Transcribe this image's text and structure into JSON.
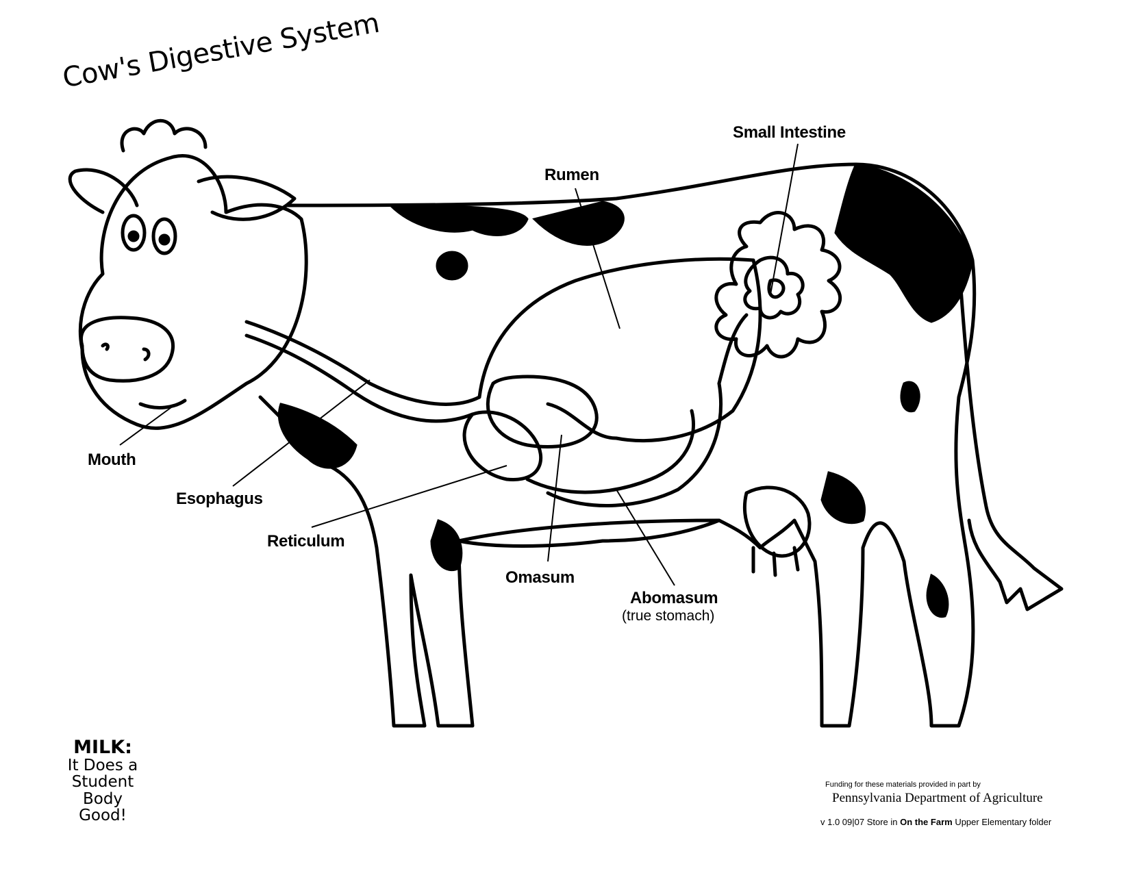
{
  "title": "Cow's Digestive System",
  "labels": {
    "small_intestine": "Small Intestine",
    "rumen": "Rumen",
    "mouth": "Mouth",
    "esophagus": "Esophagus",
    "reticulum": "Reticulum",
    "omasum": "Omasum",
    "abomasum": "Abomasum",
    "abomasum_note": "(true stomach)"
  },
  "milk": {
    "heading": "MILK:",
    "line1": "It Does a",
    "line2": "Student",
    "line3": "Body Good!"
  },
  "credits": {
    "funding": "Funding for these materials provided in part by",
    "department": "Pennsylvania Department of Agriculture",
    "version_prefix": "v 1.0 09|07 Store in ",
    "folder": "On the Farm",
    "version_suffix": " Upper Elementary folder"
  },
  "colors": {
    "ink": "#000000",
    "paper": "#ffffff"
  }
}
